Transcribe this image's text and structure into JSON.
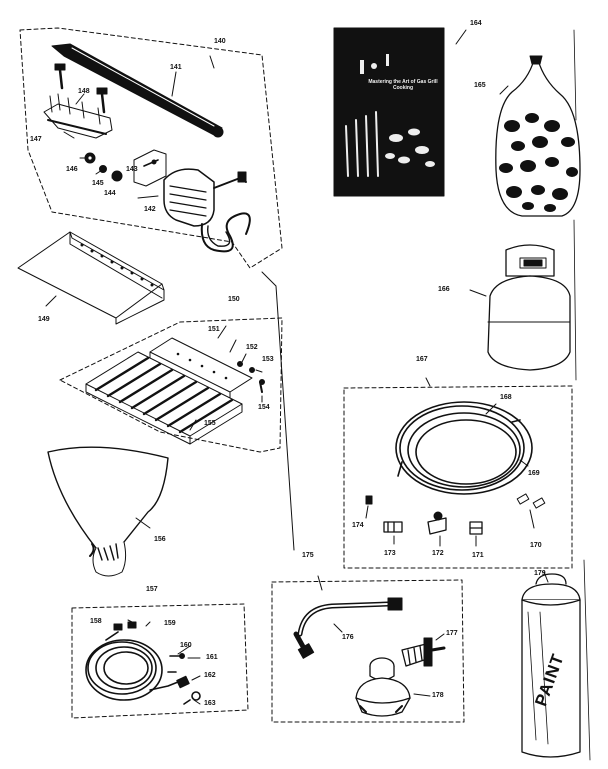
{
  "diagram": {
    "colors": {
      "ink": "#111111",
      "paper": "#ffffff"
    },
    "booklet_title": "Mastering the Art of Gas Grill Cooking",
    "paint_label": "PAINT",
    "parts": {
      "p140": "140",
      "p141": "141",
      "p148": "148",
      "p147": "147",
      "p146": "146",
      "p145": "145",
      "p144": "144",
      "p143": "143",
      "p142": "142",
      "p149": "149",
      "p150": "150",
      "p151": "151",
      "p152": "152",
      "p153": "153",
      "p154": "154",
      "p155": "155",
      "p156": "156",
      "p157": "157",
      "p158": "158",
      "p159": "159",
      "p160": "160",
      "p161": "161",
      "p162": "162",
      "p163": "163",
      "p164": "164",
      "p165": "165",
      "p166": "166",
      "p167": "167",
      "p168": "168",
      "p169": "169",
      "p170": "170",
      "p171": "171",
      "p172": "172",
      "p173": "173",
      "p174": "174",
      "p175": "175",
      "p176": "176",
      "p177": "177",
      "p178": "178",
      "p179": "179"
    }
  }
}
